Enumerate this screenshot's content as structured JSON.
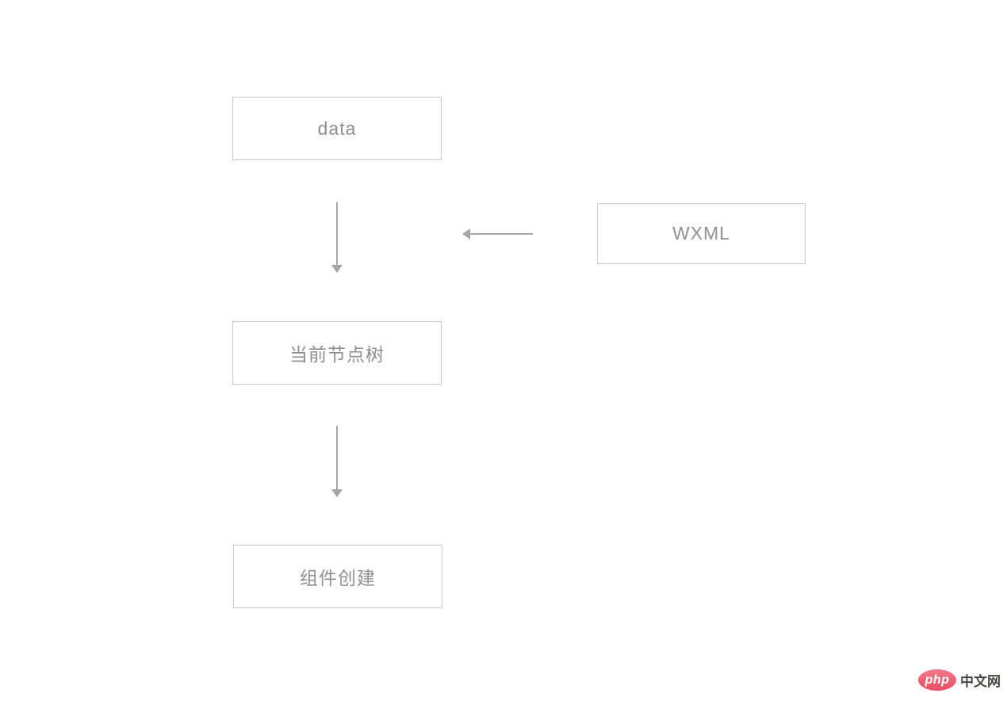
{
  "diagram": {
    "title": "WXML data to component creation flow",
    "nodes": [
      {
        "id": "data",
        "label": "data"
      },
      {
        "id": "wxml",
        "label": "WXML"
      },
      {
        "id": "node-tree",
        "label": "当前节点树"
      },
      {
        "id": "component-create",
        "label": "组件创建"
      }
    ],
    "edges": [
      {
        "from": "data",
        "to": "node-tree",
        "direction": "down"
      },
      {
        "from": "wxml",
        "to": "flow",
        "direction": "left"
      },
      {
        "from": "node-tree",
        "to": "component-create",
        "direction": "down"
      }
    ],
    "colors": {
      "background": "#ffffff",
      "box_border": "#c9c9c9",
      "box_text": "#8f8f94",
      "arrow": "#a6a6a6"
    }
  },
  "watermark": {
    "logo_text": "php",
    "site_text": "中文网",
    "logo_color": "#e85465",
    "text_color": "#4a4442"
  }
}
